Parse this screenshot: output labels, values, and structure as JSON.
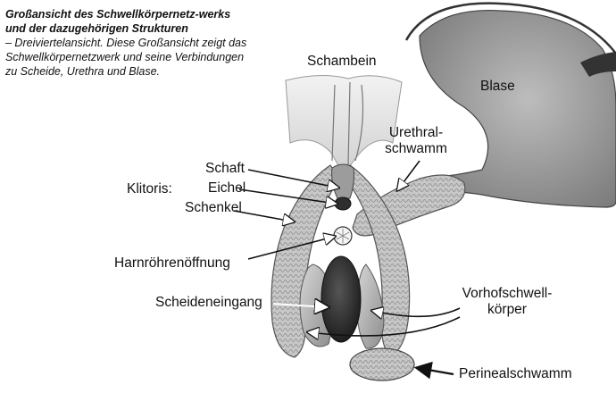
{
  "caption": {
    "title": "Großansicht des Schwellkörpernetz-werks und der dazugehörigen Strukturen",
    "body": "– Dreiviertelansicht. Diese Großansicht zeigt das Schwellkörpernetzwerk und seine Verbindungen zu Scheide, Urethra und Blase."
  },
  "labels": {
    "schambein": "Schambein",
    "blase": "Blase",
    "urethral_line1": "Urethral-",
    "urethral_line2": "schwamm",
    "klitoris": "Klitoris:",
    "schaft": "Schaft",
    "eichel": "Eichel",
    "schenkel": "Schenkel",
    "harnroehrenoeffnung": "Harnröhrenöffnung",
    "scheideneingang": "Scheideneingang",
    "vorhof_line1": "Vorhofschwell-",
    "vorhof_line2": "körper",
    "perinealschwamm": "Perinealschwamm"
  },
  "colors": {
    "ink": "#111111",
    "tissue_light": "#d9d9d9",
    "tissue_mid": "#a9a9a9",
    "tissue_dark": "#6e6e6e",
    "opening": "#2b2b2b"
  }
}
